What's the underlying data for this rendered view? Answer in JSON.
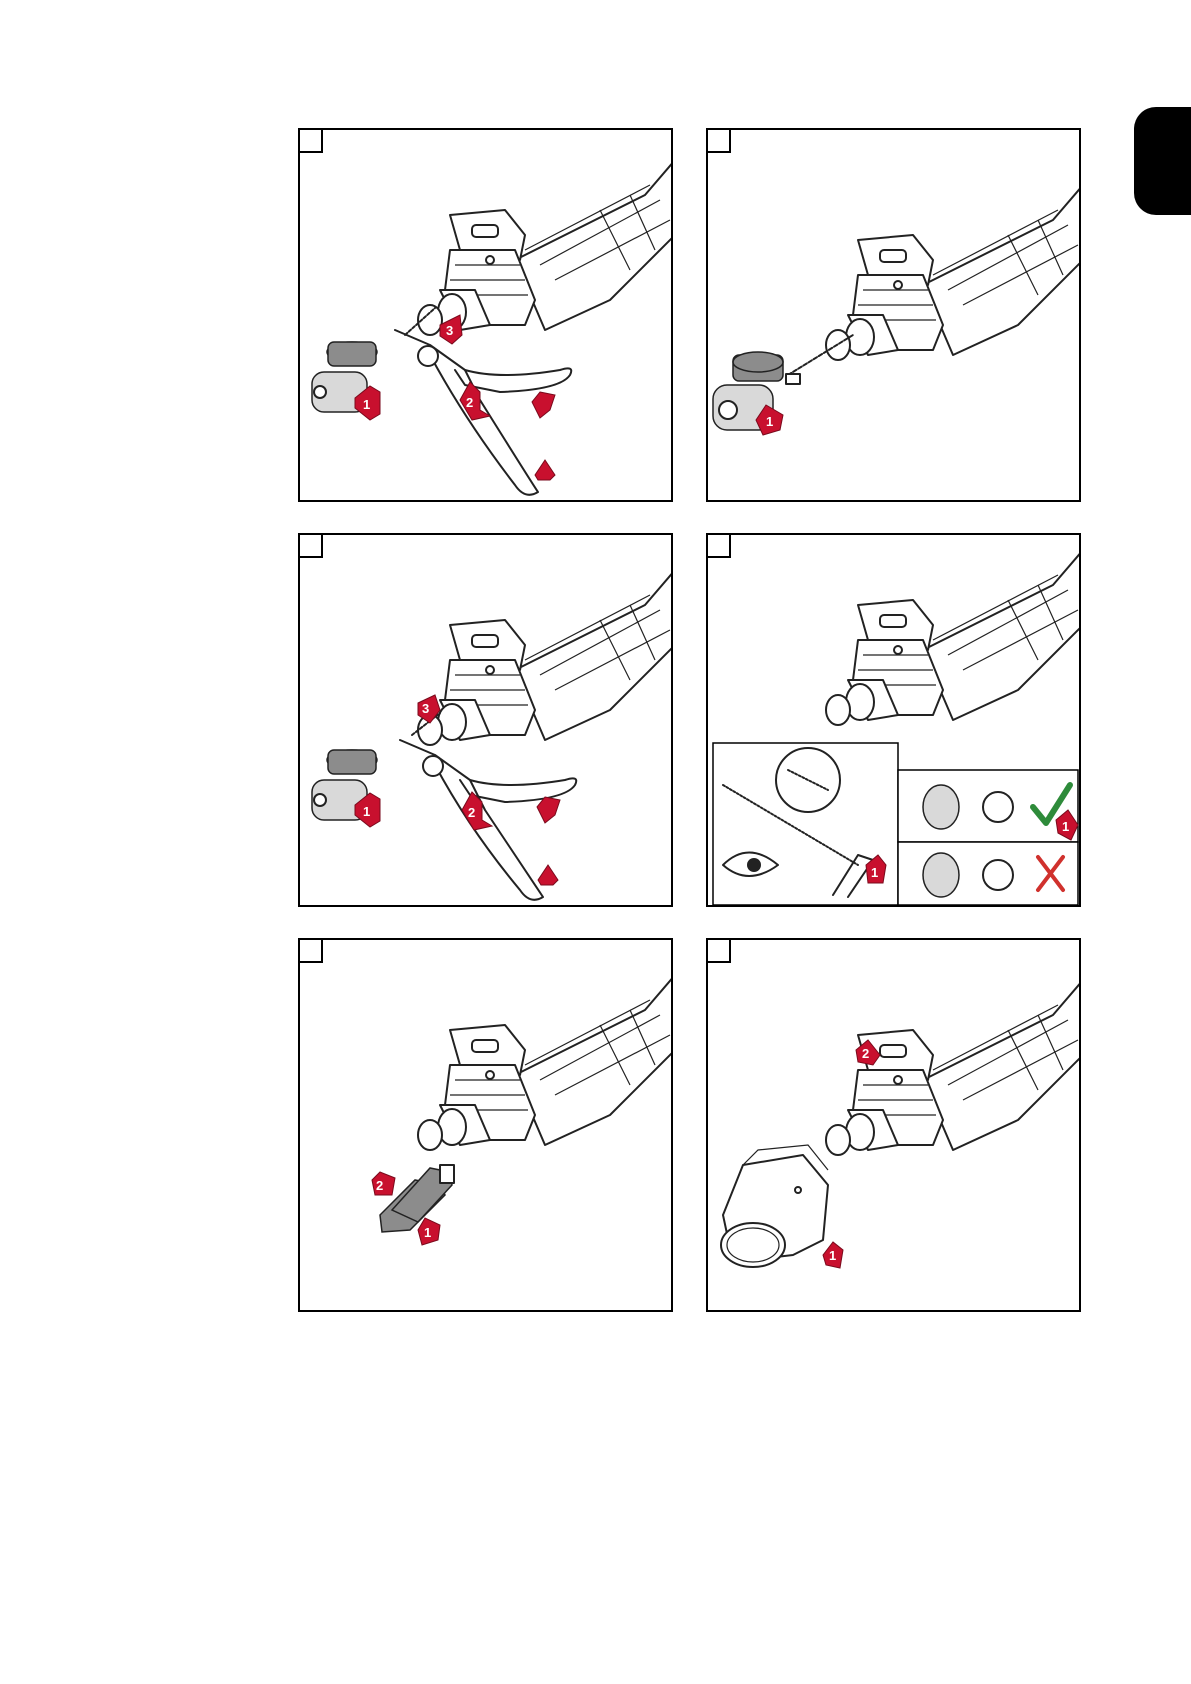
{
  "page": {
    "width": 1191,
    "height": 1684
  },
  "side_tab": {
    "color": "#000000"
  },
  "accent_color": "#c8102e",
  "check_color": "#2e8b3a",
  "cross_color": "#d0312d",
  "panels": [
    {
      "id": "panel-1",
      "arrows": [
        "1",
        "2",
        "3"
      ],
      "icons": [
        "pliers-icon",
        "torch-icon",
        "wire-clip-icon"
      ]
    },
    {
      "id": "panel-2",
      "arrows": [
        "1"
      ],
      "icons": [
        "torch-icon",
        "wire-clip-icon"
      ]
    },
    {
      "id": "panel-3",
      "arrows": [
        "1",
        "2",
        "3"
      ],
      "icons": [
        "pliers-icon",
        "torch-icon",
        "wire-clip-icon"
      ]
    },
    {
      "id": "panel-4",
      "arrows": [
        "1",
        "1"
      ],
      "icons": [
        "torch-icon",
        "eye-icon",
        "check-icon",
        "cross-icon"
      ]
    },
    {
      "id": "panel-5",
      "arrows": [
        "1",
        "2"
      ],
      "icons": [
        "torch-icon",
        "contact-tip-icon"
      ]
    },
    {
      "id": "panel-6",
      "arrows": [
        "1",
        "2"
      ],
      "icons": [
        "torch-icon",
        "gas-nozzle-icon"
      ]
    }
  ]
}
